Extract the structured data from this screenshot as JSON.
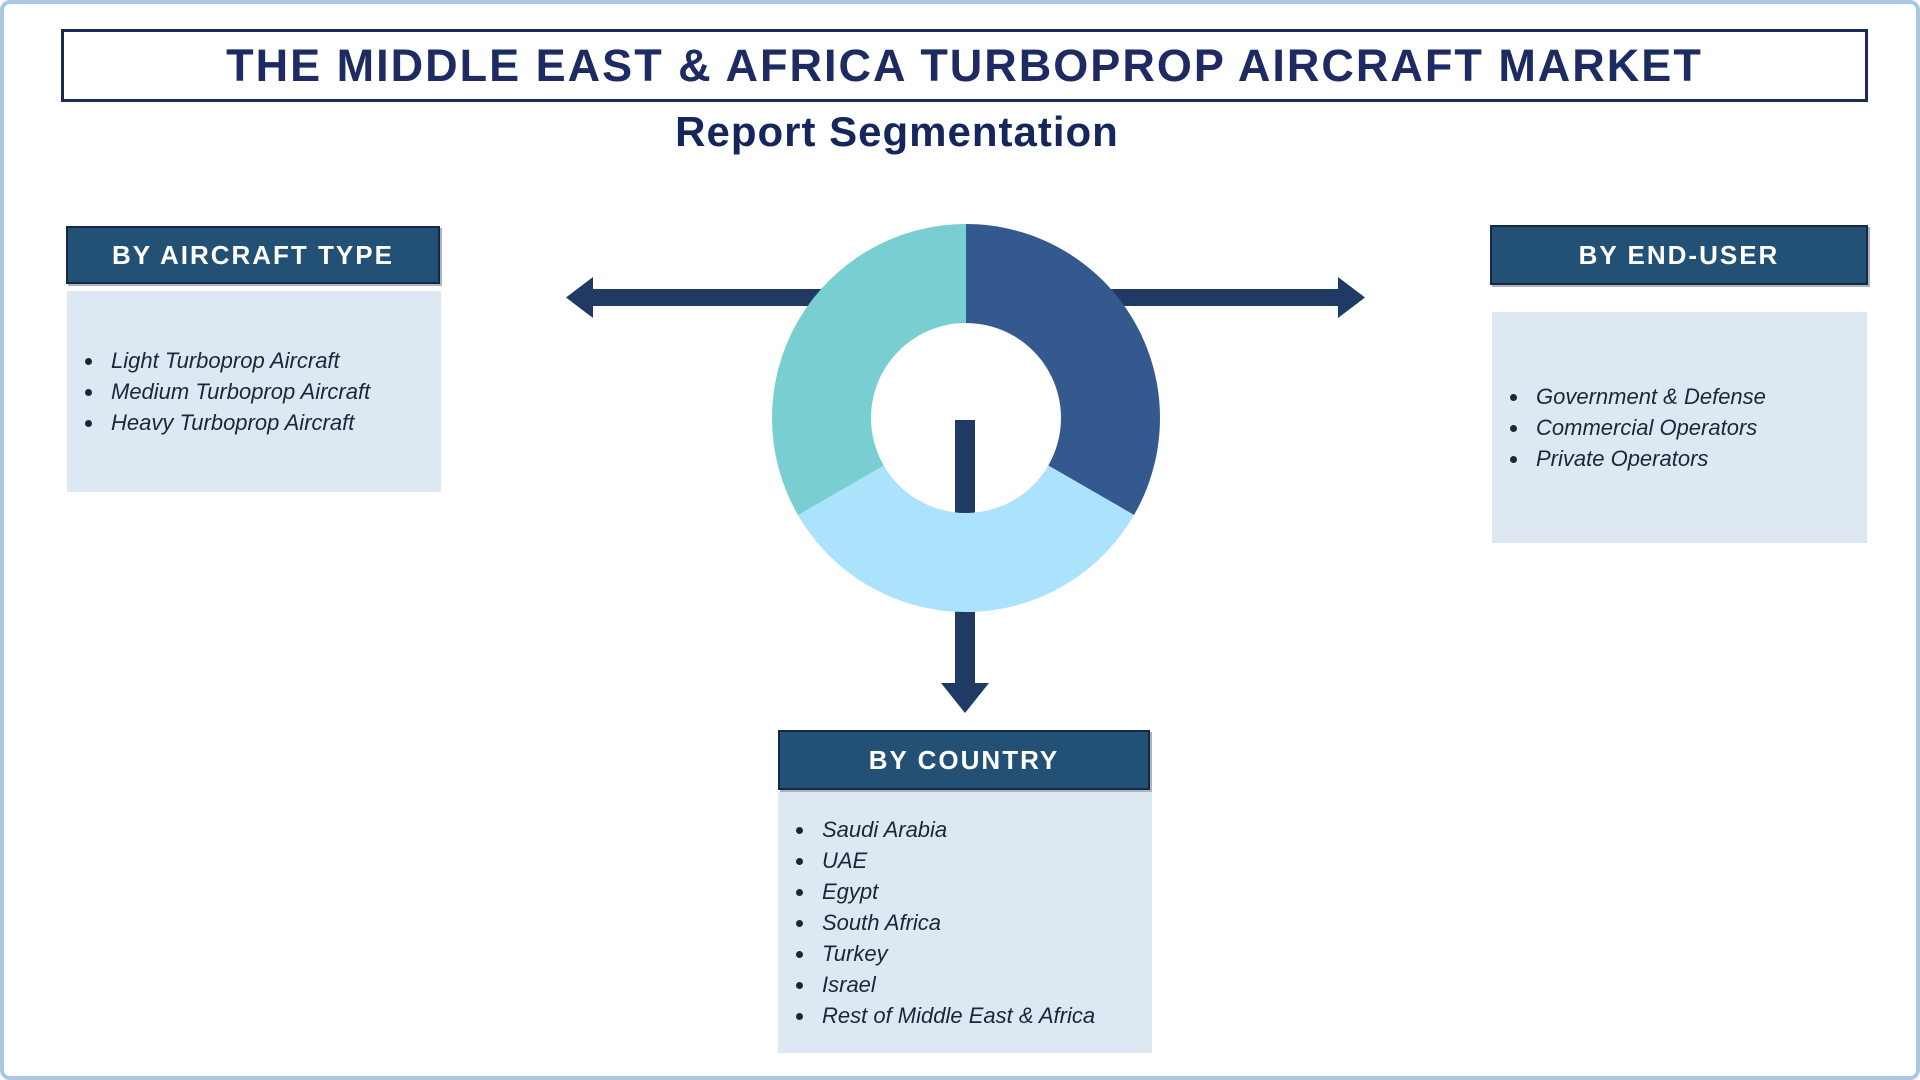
{
  "title": "THE MIDDLE EAST & AFRICA TURBOPROP AIRCRAFT MARKET",
  "subtitle": "Report Segmentation",
  "panels": {
    "aircraft_type": {
      "header": "BY AIRCRAFT TYPE",
      "items": [
        "Light Turboprop Aircraft",
        "Medium Turboprop Aircraft",
        "Heavy Turboprop Aircraft"
      ]
    },
    "end_user": {
      "header": "BY END-USER",
      "items": [
        "Government & Defense",
        "Commercial Operators",
        "Private Operators"
      ]
    },
    "country": {
      "header": "BY COUNTRY",
      "items": [
        "Saudi Arabia",
        "UAE",
        "Egypt",
        "South Africa",
        "Turkey",
        "Israel",
        "Rest of Middle East & Africa"
      ]
    }
  },
  "chart_data": {
    "type": "pie",
    "subtype": "donut",
    "title": "",
    "legend": false,
    "data_labels": false,
    "start_angle_deg": 0,
    "direction": "clockwise",
    "inner_radius_ratio": 0.49,
    "segments": [
      {
        "label": "segment-dark-blue",
        "value": 33.33,
        "color": "#33598f"
      },
      {
        "label": "segment-light-blue",
        "value": 33.33,
        "color": "#abe2fc"
      },
      {
        "label": "segment-teal",
        "value": 33.34,
        "color": "#79ced2"
      }
    ]
  },
  "colors": {
    "arrow": "#1f3a63",
    "header_bg": "#235175",
    "header_border": "#142847",
    "list_bg": "#dde8f3",
    "title_text": "#1e2b63",
    "frame_border": "#a9c6e3",
    "bullet_text": "#1c2733"
  }
}
